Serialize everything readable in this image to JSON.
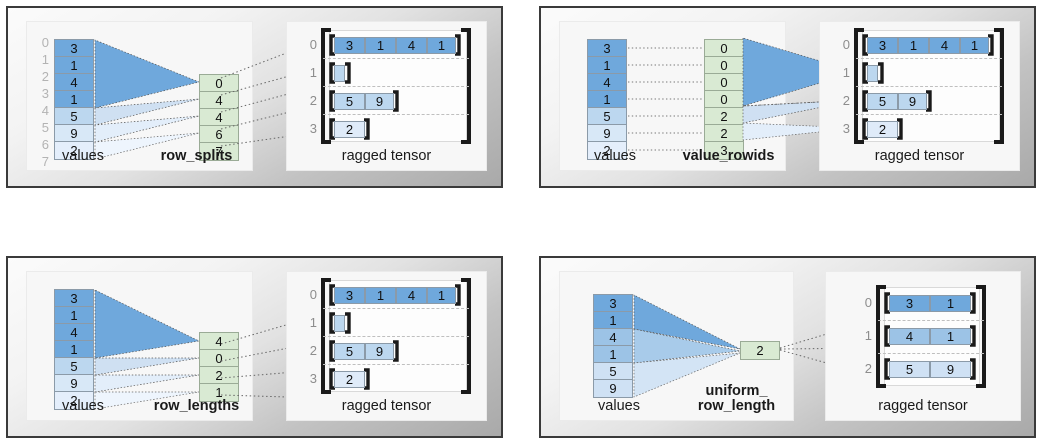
{
  "colors": {
    "value_dark": "#6fa8dc",
    "value_mid": "#bcd7ef",
    "value_light": "#d8e8f7",
    "value_lightest": "#e4eefb",
    "green_fill": "#d9ead3",
    "green_stroke": "#9aab96",
    "cell_stroke": "#8b9aa8",
    "index_gray": "#b3b3b3",
    "bracket_black": "#1a1a1a",
    "panel_border": "#3a3a3a",
    "fan_dark": "#6fa8dc",
    "fan_mid": "#cfe0f2",
    "fan_light": "#e8f0fa"
  },
  "panels": [
    {
      "id": "row_splits",
      "encoding_label": "row_splits",
      "values_label": "values",
      "tensor_label": "ragged tensor",
      "values": [
        3,
        1,
        4,
        1,
        5,
        9,
        2
      ],
      "value_shades": [
        "dark",
        "dark",
        "dark",
        "dark",
        "mid",
        "mid",
        "light"
      ],
      "index_labels": [
        "0",
        "1",
        "2",
        "3",
        "4",
        "5",
        "6",
        "7"
      ],
      "encoding": [
        "0",
        "4",
        "4",
        "6",
        "7"
      ],
      "rows": [
        {
          "index": "0",
          "cells": [
            "3",
            "1",
            "4",
            "1"
          ],
          "shade": "dark"
        },
        {
          "index": "1",
          "cells": [],
          "shade": "mid"
        },
        {
          "index": "2",
          "cells": [
            "5",
            "9"
          ],
          "shade": "mid"
        },
        {
          "index": "3",
          "cells": [
            "2"
          ],
          "shade": "light"
        }
      ]
    },
    {
      "id": "value_rowids",
      "encoding_label": "value_rowids",
      "values_label": "values",
      "tensor_label": "ragged tensor",
      "values": [
        3,
        1,
        4,
        1,
        5,
        9,
        2
      ],
      "value_shades": [
        "dark",
        "dark",
        "dark",
        "dark",
        "mid",
        "mid",
        "light"
      ],
      "index_labels": [],
      "encoding": [
        "0",
        "0",
        "0",
        "0",
        "2",
        "2",
        "3"
      ],
      "rows": [
        {
          "index": "0",
          "cells": [
            "3",
            "1",
            "4",
            "1"
          ],
          "shade": "dark"
        },
        {
          "index": "1",
          "cells": [],
          "shade": "mid"
        },
        {
          "index": "2",
          "cells": [
            "5",
            "9"
          ],
          "shade": "mid"
        },
        {
          "index": "3",
          "cells": [
            "2"
          ],
          "shade": "light"
        }
      ]
    },
    {
      "id": "row_lengths",
      "encoding_label": "row_lengths",
      "values_label": "values",
      "tensor_label": "ragged tensor",
      "values": [
        3,
        1,
        4,
        1,
        5,
        9,
        2
      ],
      "value_shades": [
        "dark",
        "dark",
        "dark",
        "dark",
        "mid",
        "mid",
        "light"
      ],
      "index_labels": [],
      "encoding": [
        "4",
        "0",
        "2",
        "1"
      ],
      "rows": [
        {
          "index": "0",
          "cells": [
            "3",
            "1",
            "4",
            "1"
          ],
          "shade": "dark"
        },
        {
          "index": "1",
          "cells": [],
          "shade": "mid"
        },
        {
          "index": "2",
          "cells": [
            "5",
            "9"
          ],
          "shade": "mid"
        },
        {
          "index": "3",
          "cells": [
            "2"
          ],
          "shade": "light"
        }
      ]
    },
    {
      "id": "uniform_row_length",
      "encoding_label": "uniform_\nrow_length",
      "values_label": "values",
      "tensor_label": "ragged tensor",
      "values": [
        3,
        1,
        4,
        1,
        5,
        9
      ],
      "value_shades": [
        "dark",
        "dark",
        "mid",
        "mid",
        "light",
        "light"
      ],
      "index_labels": [],
      "encoding": [
        "2"
      ],
      "rows": [
        {
          "index": "0",
          "cells": [
            "3",
            "1"
          ],
          "shade": "dark"
        },
        {
          "index": "1",
          "cells": [
            "4",
            "1"
          ],
          "shade": "mid"
        },
        {
          "index": "2",
          "cells": [
            "5",
            "9"
          ],
          "shade": "light"
        }
      ]
    }
  ]
}
